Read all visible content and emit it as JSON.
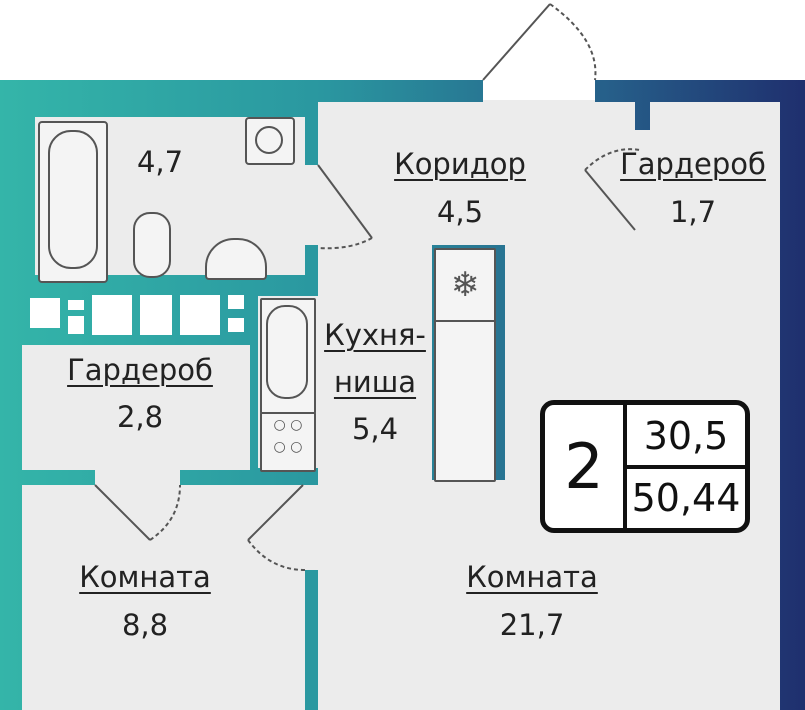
{
  "rooms": [
    {
      "name": "",
      "area": "4,7"
    },
    {
      "name": "Коридор",
      "area": "4,5"
    },
    {
      "name": "Гардероб",
      "area": "1,7"
    },
    {
      "name": "Гардероб",
      "area": "2,8"
    },
    {
      "name": "Кухня-",
      "name2": "ниша",
      "area": "5,4"
    },
    {
      "name": "Комната",
      "area": "8,8"
    },
    {
      "name": "Комната",
      "area": "21,7"
    }
  ],
  "summary": {
    "room_count": "2",
    "living_area": "30,5",
    "total_area": "50,44"
  },
  "colors": {
    "wall_start": "#34b5a9",
    "wall_end": "#1f2f6e",
    "floor": "#ececec"
  }
}
